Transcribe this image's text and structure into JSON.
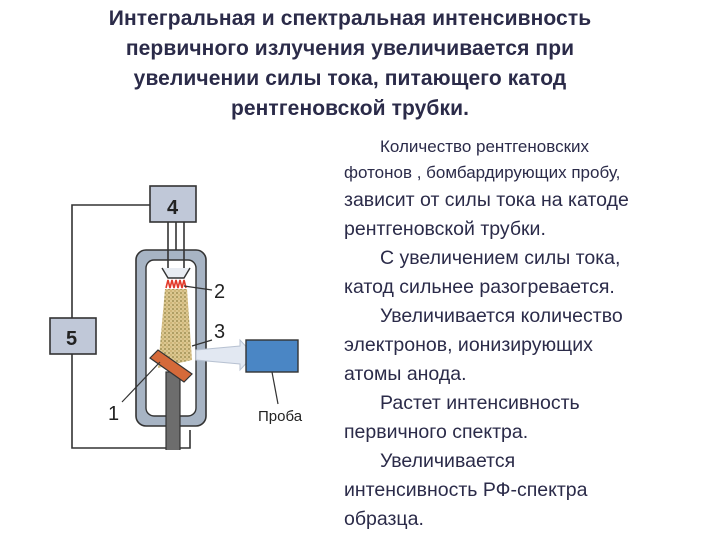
{
  "title": {
    "lines": [
      "Интегральная и  спектральная интенсивность",
      "первичного излучения увеличивается при",
      "увеличении силы тока, питающего катод",
      "рентгеновской трубки."
    ]
  },
  "diagram": {
    "labels": {
      "box4": "4",
      "box5": "5",
      "label1": "1",
      "label2": "2",
      "label3": "3",
      "probe": "Проба"
    },
    "colors": {
      "tube_glass": "#a7b4c4",
      "box_fill": "#c0c8d8",
      "probe_fill": "#4a86c5",
      "anode": "#d56a3a",
      "filament": "#e23a2a",
      "beam": "#c8b070"
    }
  },
  "text": {
    "p1a": "Количество рентгеновских",
    "p1b": "фотонов , бомбардирующих пробу,",
    "p1c": "зависит от  силы тока на катоде",
    "p1d": "рентгеновской трубки.",
    "p2a": "С увеличением силы тока,",
    "p2b": "катод сильнее разогревается.",
    "p3a": "Увеличивается количество",
    "p3b": "электронов, ионизирующих",
    "p3c": "атомы анода.",
    "p4a": "Растет интенсивность",
    "p4b": "первичного спектра.",
    "p5a": "Увеличивается",
    "p5b": "интенсивность РФ-спектра",
    "p5c": "образца."
  }
}
